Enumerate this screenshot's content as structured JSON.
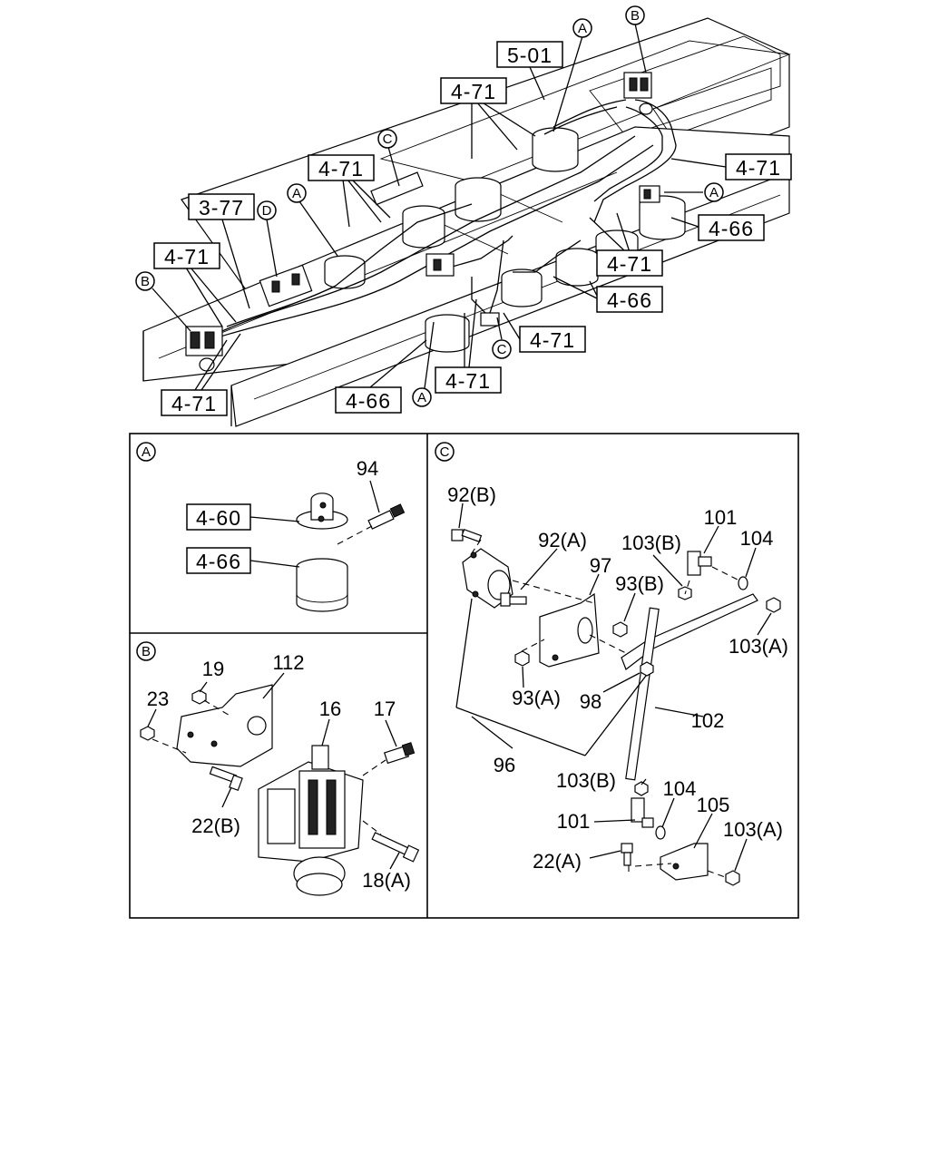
{
  "overview": {
    "refs": {
      "r501": "5-01",
      "r471_top": "4-71",
      "r471_mid": "4-71",
      "r377": "3-77",
      "r471_left": "4-71",
      "r471_right_top": "4-71",
      "r466_right": "4-66",
      "r471_right_mid": "4-71",
      "r466_mid": "4-66",
      "r471_center_right": "4-71",
      "r471_center": "4-71",
      "r466_bottom": "4-66",
      "r471_bottom_left": "4-71"
    },
    "callouts": {
      "a_top": "A",
      "b_top": "B",
      "c_top": "C",
      "a_left": "A",
      "d_left": "D",
      "b_left": "B",
      "a_right": "A",
      "c_mid": "C",
      "a_bottom": "A"
    }
  },
  "panel_a": {
    "tag": "A",
    "labels": {
      "p94": "94",
      "r460": "4-60",
      "r466": "4-66"
    }
  },
  "panel_b": {
    "tag": "B",
    "labels": {
      "p19": "19",
      "p112": "112",
      "p23": "23",
      "p16": "16",
      "p17": "17",
      "p22b": "22(B)",
      "p18a": "18(A)"
    }
  },
  "panel_c": {
    "tag": "C",
    "labels": {
      "p92b": "92(B)",
      "p92a": "92(A)",
      "p103b_top": "103(B)",
      "p101_top": "101",
      "p104_top": "104",
      "p97": "97",
      "p93b": "93(B)",
      "p103a_top": "103(A)",
      "p93a": "93(A)",
      "p98": "98",
      "p102": "102",
      "p96": "96",
      "p103b_bot": "103(B)",
      "p104_bot": "104",
      "p105": "105",
      "p101_bot": "101",
      "p103a_bot": "103(A)",
      "p22a": "22(A)"
    }
  }
}
